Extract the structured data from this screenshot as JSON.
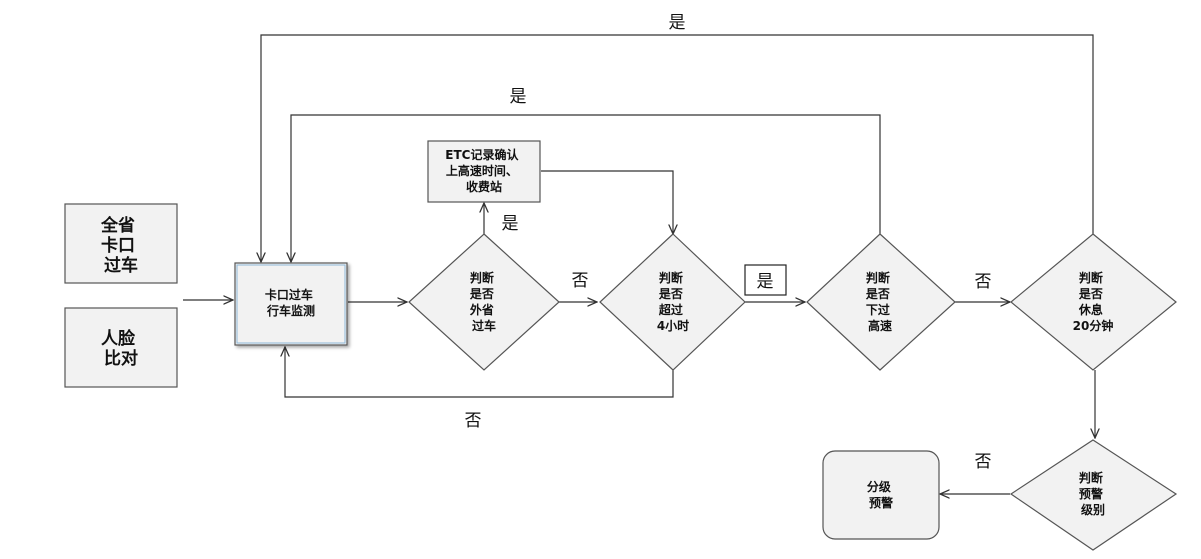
{
  "nodes": {
    "quansheng_kakou": {
      "lines": [
        "全省",
        "卡口",
        "过车"
      ]
    },
    "renlian": {
      "lines": [
        "人脸",
        "比对"
      ]
    },
    "monitor": {
      "lines": [
        "卡口过车",
        "行车监测"
      ]
    },
    "etc": {
      "lines": [
        "ETC记录确认",
        "上高速时间、",
        "收费站"
      ]
    },
    "d_outside": {
      "lines": [
        "判断",
        "是否",
        "外省",
        "过车"
      ]
    },
    "d_4h": {
      "lines": [
        "判断",
        "是否",
        "超过",
        "4小时"
      ]
    },
    "d_exit": {
      "lines": [
        "判断",
        "是否",
        "下过",
        "高速"
      ]
    },
    "d_rest": {
      "lines": [
        "判断",
        "是否",
        "休息",
        "20分钟"
      ]
    },
    "d_level": {
      "lines": [
        "判断",
        "预警",
        "级别"
      ]
    },
    "warning": {
      "lines": [
        "分级",
        "预警"
      ]
    }
  },
  "edge_labels": {
    "top_yes": "是",
    "second_yes": "是",
    "etc_yes": "是",
    "outside_no": "否",
    "bottom_no": "否",
    "boxed_yes": "是",
    "exit_no": "否",
    "level_no": "否"
  }
}
